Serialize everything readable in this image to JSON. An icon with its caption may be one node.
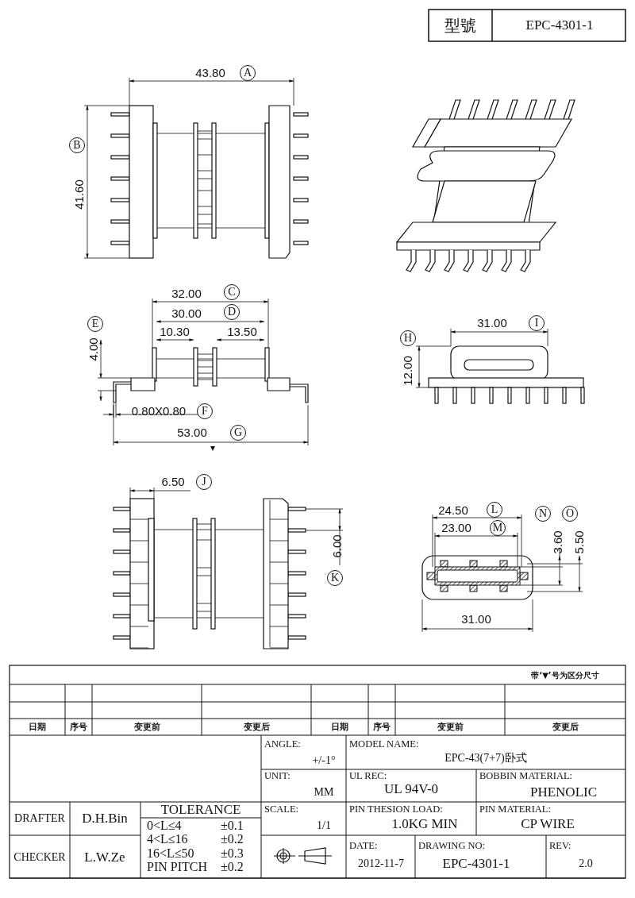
{
  "diagram": {
    "labels": [
      "型號",
      "EPC-4301-1",
      "43.80",
      "A",
      "B",
      "41.60",
      "32.00",
      "C",
      "30.00",
      "D",
      "E",
      "4.00",
      "10.30",
      "13.50",
      "31.00",
      "I",
      "H",
      "12.00",
      "0.80X0.80",
      "F",
      "53.00",
      "G",
      "6.50",
      "J",
      "24.50",
      "L",
      "N",
      "O",
      "23.00",
      "M",
      "6.00",
      "3.60",
      "5.50",
      "K",
      "31.00",
      "带‘▼’号为区分尺寸",
      "日期",
      "序号",
      "变更前",
      "变更后",
      "日期",
      "序号",
      "变更前",
      "变更后",
      "ANGLE:",
      "+/-1°",
      "MODEL NAME:",
      "EPC-43(7+7)卧式",
      "UNIT:",
      "MM",
      "UL REC:",
      "UL 94V-0",
      "BOBBIN MATERIAL:",
      "PHENOLIC",
      "DRAFTER",
      "D.H.Bin",
      "TOLERANCE",
      "SCALE:",
      "PIN THESION LOAD:",
      "PIN MATERIAL:",
      "0<L≤4",
      "±0.1",
      "1/1",
      "1.0KG MIN",
      "CP WIRE",
      "4<L≤16",
      "±0.2",
      "16<L≤50",
      "±0.3",
      "DATE:",
      "DRAWING NO:",
      "REV:",
      "CHECKER",
      "L.W.Ze",
      "PIN PITCH",
      "±0.2",
      "2012-11-7",
      "EPC-4301-1",
      "2.0"
    ]
  }
}
